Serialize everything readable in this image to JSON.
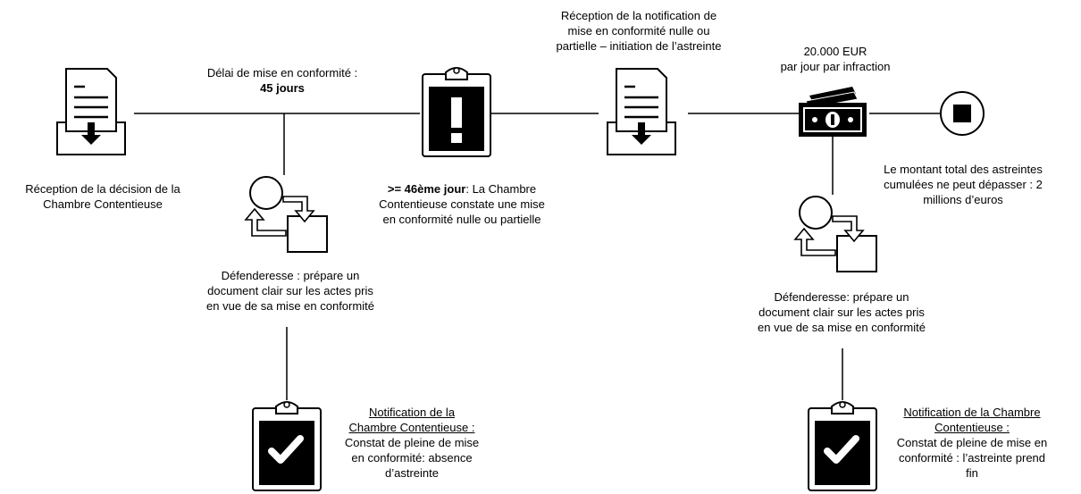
{
  "labels": {
    "decision_reception": [
      "Réception de la décision de la",
      "Chambre Contentieuse"
    ],
    "delay_line1": "Délai de mise en conformité :",
    "delay_line2": "45 jours",
    "day46_bold": ">= 46ème jour",
    "day46_rest": ": La Chambre",
    "day46_lines": [
      "Contentieuse constate une mise",
      "en conformité nulle ou partielle"
    ],
    "notification_reception": [
      "Réception de la notification de",
      "mise en conformité nulle ou",
      "partielle – initiation de l’astreinte"
    ],
    "penalty_amount": "20.000 EUR",
    "penalty_rate": "par jour par infraction",
    "cap": [
      "Le montant total des astreintes",
      "cumulées ne peut dépasser : 2",
      "millions d’euros"
    ],
    "defendant_1": [
      "Défenderesse : prépare un",
      "document clair sur les actes pris",
      "en vue de sa mise en conformité"
    ],
    "defendant_2": [
      "Défenderesse: prépare un",
      "document clair sur les actes pris",
      "en vue de sa mise en conformité"
    ],
    "notification_1_title": [
      "Notification de la",
      "Chambre Contentieuse :"
    ],
    "notification_1_body": [
      "Constat de pleine de mise",
      "en conformité: absence",
      "d’astreinte"
    ],
    "notification_2_title": [
      "Notification de la Chambre",
      "Contentieuse :"
    ],
    "notification_2_body": [
      "Constat de pleine de mise en",
      "conformité : l’astreinte prend",
      "fin"
    ]
  },
  "icons": [
    "document-inbox-icon",
    "cycle-process-icon",
    "clipboard-exclamation-icon",
    "money-bill-icon",
    "stop-icon",
    "clipboard-check-icon"
  ],
  "colors": {
    "stroke": "#000000",
    "fill_dark": "#000000",
    "background": "#ffffff"
  }
}
